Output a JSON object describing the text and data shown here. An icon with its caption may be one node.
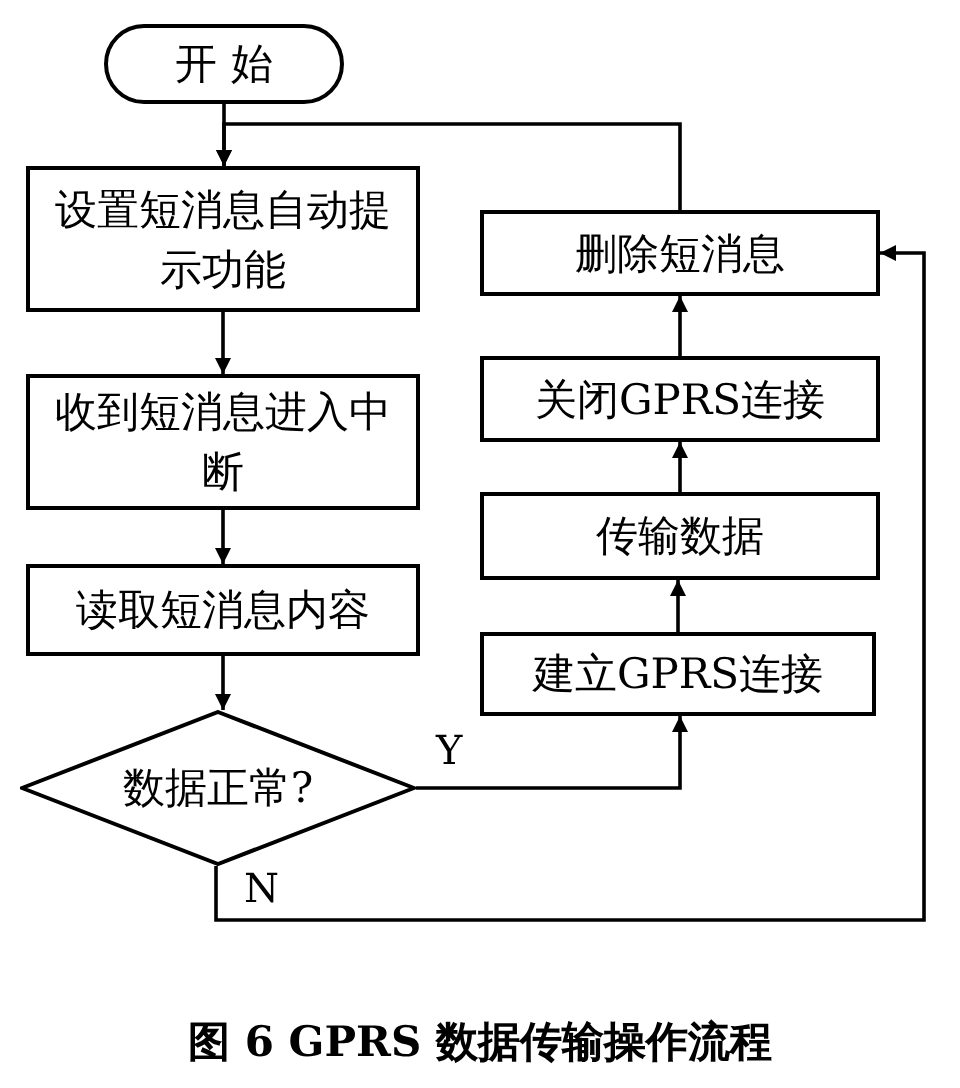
{
  "diagram": {
    "caption": "图 6 GPRS 数据传输操作流程",
    "nodes": [
      {
        "text": [
          "开 始"
        ]
      },
      {
        "text": [
          "设置短消息自动提示功能"
        ]
      },
      {
        "text": [
          "收到短消息进入中断"
        ]
      },
      {
        "text": [
          "读取短消息内容"
        ]
      },
      {
        "text": [
          "数据正常?"
        ]
      },
      {
        "text": [
          "删除短消息"
        ]
      },
      {
        "text": [
          "关闭GPRS连接"
        ]
      },
      {
        "text": [
          "传输数据"
        ]
      },
      {
        "text": [
          "建立GPRS连接"
        ]
      }
    ],
    "edges": [
      {
        "from": 0,
        "to": 1,
        "arrow": "to"
      },
      {
        "from": 1,
        "to": 2,
        "arrow": "to"
      },
      {
        "from": 2,
        "to": 3,
        "arrow": "to"
      },
      {
        "from": 3,
        "to": 4,
        "arrow": "to"
      },
      {
        "from": 4,
        "to": 8,
        "arrow": "to",
        "label": "Y"
      },
      {
        "from": 8,
        "to": 7,
        "arrow": "to"
      },
      {
        "from": 7,
        "to": 6,
        "arrow": "to"
      },
      {
        "from": 6,
        "to": 5,
        "arrow": "to"
      },
      {
        "from": 5,
        "to": 1,
        "arrow": "to"
      },
      {
        "from": 4,
        "to": 5,
        "arrow": "to",
        "label": "N"
      }
    ]
  }
}
